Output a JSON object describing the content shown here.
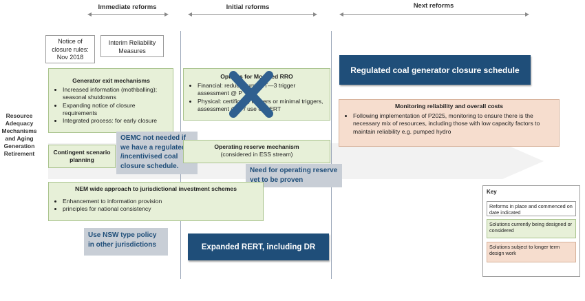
{
  "headers": {
    "immediate": "Immediate reforms",
    "initial": "Initial reforms",
    "next": "Next reforms"
  },
  "left_label": "Resource Adequacy Mechanisms and Aging Generation Retirement",
  "boxes": {
    "notice": "Notice of closure rules: Nov 2018",
    "interim": "Interim Reliability Measures",
    "generator_exit": {
      "title": "Generator exit mechanisms",
      "items": [
        "Increased information (mothballing); seasonal shutdowns",
        "Expanding notice of closure requirements",
        "Integrated process: for early closure"
      ]
    },
    "contingent": "Contingent scenario planning",
    "modified_rro": {
      "title": "Options for Modified RRO",
      "items": [
        "Financial: reduce current T—3 trigger assessment @ P",
        "Physical: certificate, triggers or minimal triggers, assessment @ P / use of RERT"
      ]
    },
    "operating_reserve": {
      "title": "Operating reserve mechanism",
      "subtitle": "(considered in ESS stream)"
    },
    "nem_wide": {
      "title": "NEM wide approach to jurisdictional investment schemes",
      "items": [
        "Enhancement to information provision",
        "principles for national consistency"
      ]
    },
    "regulated_schedule": "Regulated coal generator closure schedule",
    "monitoring": {
      "title": "Monitoring reliability and overall costs",
      "items": [
        "Following implementation of P2025, monitoring to ensure there is the necessary mix of resources, including those with low capacity factors to maintain reliability e.g. pumped hydro"
      ]
    },
    "expanded_rert": "Expanded RERT, including DR"
  },
  "callouts": {
    "oemc": "OEMC not needed if we have a regulated /incentivised coal closure schedule.",
    "operating": "Need for operating reserve yet to be proven",
    "nsw": "Use NSW type policy in other jurisdictions"
  },
  "key": {
    "title": "Key",
    "items": [
      "Reforms in place and commenced on date indicated",
      "Solutions currently being designed or considered",
      "Solutions subject to longer term design work"
    ]
  },
  "colors": {
    "dark_blue": "#1f4e79",
    "green_fill": "#e7f0d8",
    "peach_fill": "#f6ddce",
    "callout_grey": "#c8ced6",
    "x_mark": "#2f5f8f"
  },
  "icons": [
    "x-mark-icon"
  ]
}
